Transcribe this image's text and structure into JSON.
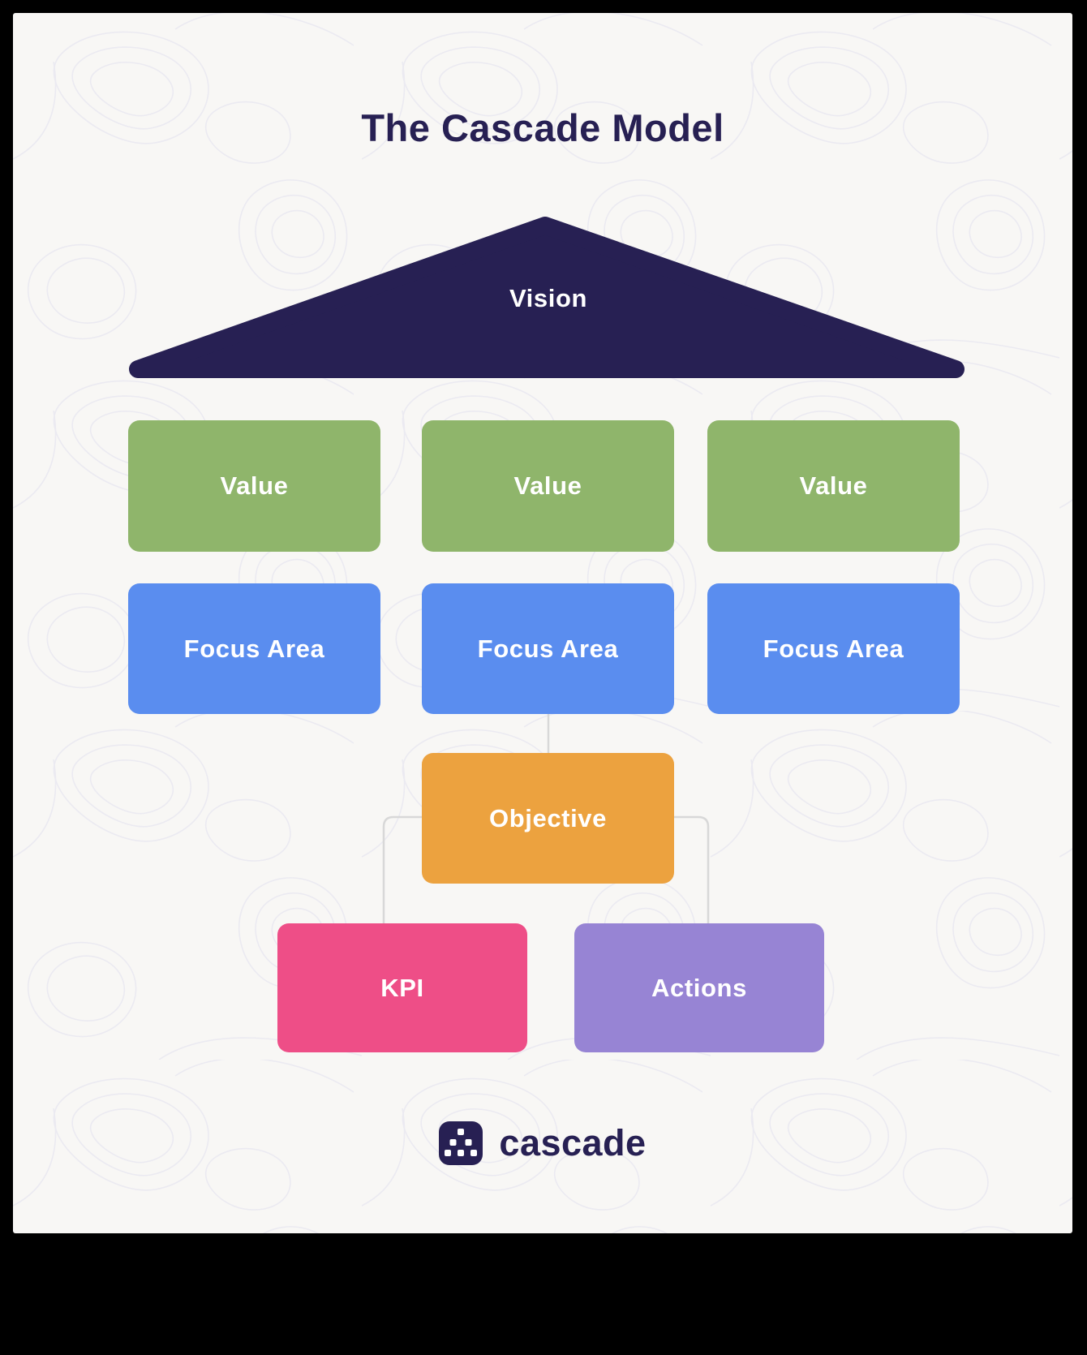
{
  "title": "The Cascade Model",
  "pyramid": {
    "vision_label": "Vision"
  },
  "values": [
    {
      "label": "Value"
    },
    {
      "label": "Value"
    },
    {
      "label": "Value"
    }
  ],
  "focus_areas": [
    {
      "label": "Focus Area"
    },
    {
      "label": "Focus Area"
    },
    {
      "label": "Focus Area"
    }
  ],
  "objective": {
    "label": "Objective"
  },
  "kpi": {
    "label": "KPI"
  },
  "actions": {
    "label": "Actions"
  },
  "logo": {
    "wordmark": "cascade"
  },
  "colors": {
    "navy": "#272053",
    "green": "#8fb56b",
    "blue": "#5a8def",
    "orange": "#eca23f",
    "pink": "#ee4e87",
    "purple": "#9784d4",
    "connector": "#d8d8d8",
    "background": "#f8f7f5",
    "contour": "#ebeaf1",
    "frame": "#000000",
    "label_text": "#ffffff"
  }
}
